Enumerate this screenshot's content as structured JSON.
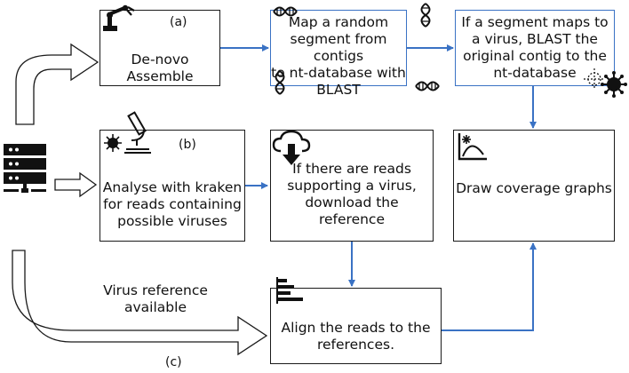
{
  "boxes": {
    "assemble": {
      "text": "De-novo Assemble",
      "label": "(a)"
    },
    "map_segment": {
      "line1": "Map a random",
      "line2": "segment from contigs",
      "line3": "to nt-database with",
      "line4": "BLAST"
    },
    "blast_contig": {
      "line1": "If a segment maps to",
      "line2": "a virus, BLAST the",
      "line3": "original contig to the",
      "line4": "nt-database"
    },
    "kraken": {
      "line1": "Analyse with kraken",
      "line2": "for reads containing",
      "line3": "possible viruses",
      "label": "(b)"
    },
    "download_ref": {
      "line1": "If there are reads",
      "line2": "supporting a virus,",
      "line3": "download the",
      "line4": "reference"
    },
    "coverage": {
      "text": "Draw coverage graphs"
    },
    "align": {
      "line1": "Align the reads to the",
      "line2": "references."
    }
  },
  "side_text": {
    "line1": "Virus reference",
    "line2": "available",
    "label": "(c)"
  },
  "colors": {
    "blue": "#3a72c4",
    "black": "#1a1a1a"
  },
  "icons": [
    "server-icon",
    "robot-arm-icon",
    "microscope-icon",
    "virus-icon",
    "dna-icon",
    "cloud-download-icon",
    "chart-icon",
    "bar-chart-icon"
  ]
}
